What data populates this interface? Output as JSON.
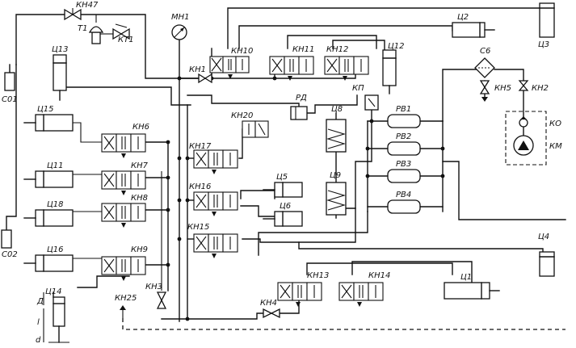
{
  "labels": {
    "kh47": "КН47",
    "t1": "Т1",
    "kt1": "КТ1",
    "mh1": "МН1",
    "kh1": "КН1",
    "kh10": "КН10",
    "kh11": "КН11",
    "kh12": "КН12",
    "c2": "Ц2",
    "c3": "Ц3",
    "c12": "Ц12",
    "c6b": "С6",
    "kh5": "КН5",
    "kh2": "КН2",
    "ko": "КО",
    "km": "КМ",
    "c01": "С01",
    "c02": "С02",
    "c13": "Ц13",
    "c15": "Ц15",
    "kh6": "КН6",
    "c11": "Ц11",
    "kh7": "КН7",
    "c18": "Ц18",
    "kh8": "КН8",
    "c16": "Ц16",
    "kh9": "КН9",
    "c14": "Ц14",
    "kh17": "КН17",
    "kh16": "КН16",
    "kh15": "КН15",
    "kh20": "КН20",
    "rd": "РД",
    "kp": "КП",
    "c8": "Ц8",
    "c9": "Ц9",
    "c5": "Ц5",
    "c6": "Ц6",
    "pb1": "РВ1",
    "pb2": "РВ2",
    "pb3": "РВ3",
    "pb4": "РВ4",
    "c4": "Ц4",
    "c1": "Ц1",
    "kh13": "КН13",
    "kh14": "КН14",
    "kh25": "КН25",
    "kh3": "КН3",
    "kh4": "КН4",
    "dim_D": "Д",
    "dim_l": "l",
    "dim_d": "d"
  }
}
